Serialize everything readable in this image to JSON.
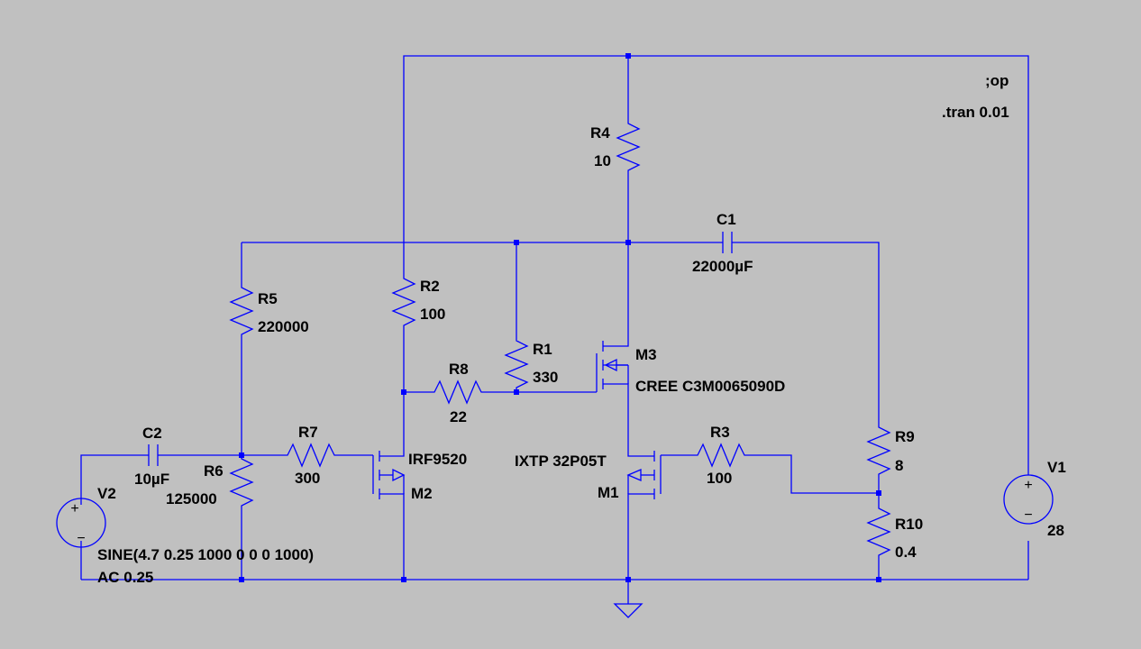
{
  "directives": {
    "op": ";op",
    "tran": ".tran 0.01"
  },
  "components": {
    "R1": {
      "name": "R1",
      "value": "330"
    },
    "R2": {
      "name": "R2",
      "value": "100"
    },
    "R3": {
      "name": "R3",
      "value": "100"
    },
    "R4": {
      "name": "R4",
      "value": "10"
    },
    "R5": {
      "name": "R5",
      "value": "220000"
    },
    "R6": {
      "name": "R6",
      "value": "125000"
    },
    "R7": {
      "name": "R7",
      "value": "300"
    },
    "R8": {
      "name": "R8",
      "value": "22"
    },
    "R9": {
      "name": "R9",
      "value": "8"
    },
    "R10": {
      "name": "R10",
      "value": "0.4"
    },
    "C1": {
      "name": "C1",
      "value": "22000µF"
    },
    "C2": {
      "name": "C2",
      "value": "10µF"
    },
    "M1": {
      "name": "M1",
      "model": "IXTP 32P05T"
    },
    "M2": {
      "name": "M2",
      "model": "IRF9520"
    },
    "M3": {
      "name": "M3",
      "model": "CREE C3M0065090D"
    },
    "V1": {
      "name": "V1",
      "value": "28"
    },
    "V2": {
      "name": "V2",
      "value": "SINE(4.7 0.25 1000 0 0 0 1000)",
      "ac": "AC 0.25"
    }
  },
  "colors": {
    "background": "#c0c0c0",
    "wire": "#0000ff",
    "text": "#000000"
  }
}
